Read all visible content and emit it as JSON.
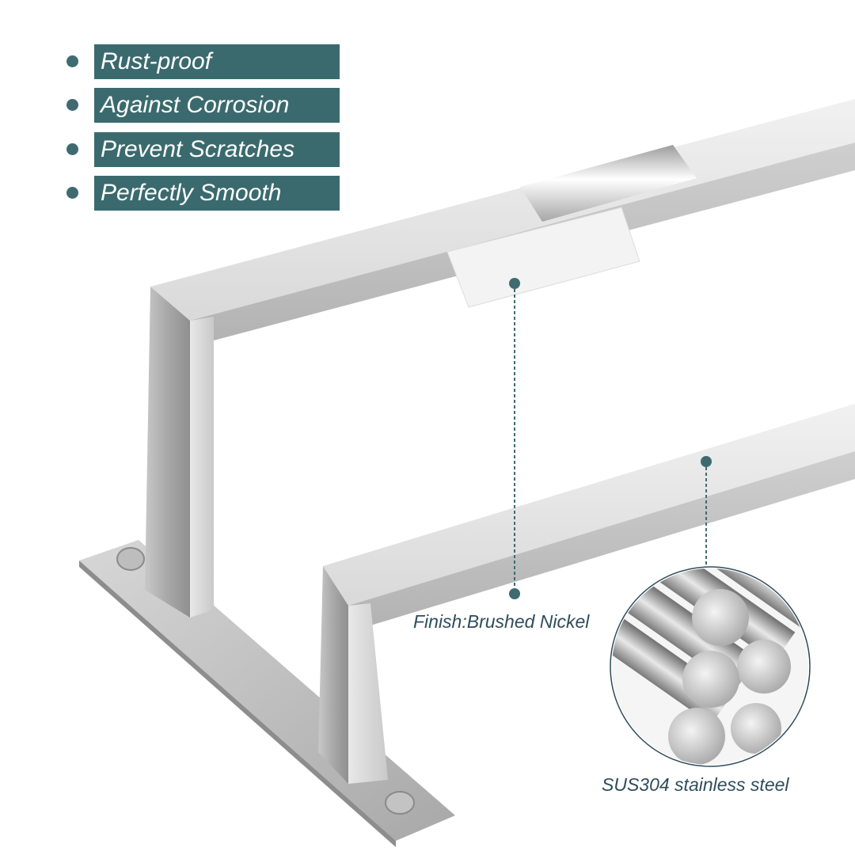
{
  "features": [
    {
      "label": "Rust-proof"
    },
    {
      "label": "Against Corrosion"
    },
    {
      "label": "Prevent Scratches"
    },
    {
      "label": "Perfectly Smooth"
    }
  ],
  "callouts": {
    "finish": "Finish:Brushed Nickel",
    "material": "SUS304 stainless steel"
  },
  "colors": {
    "tag_background": "#3a6a6e",
    "callout_text": "#2e4d5c",
    "steel_light": "#e6e6e6",
    "steel_dark": "#9a9a9a"
  }
}
